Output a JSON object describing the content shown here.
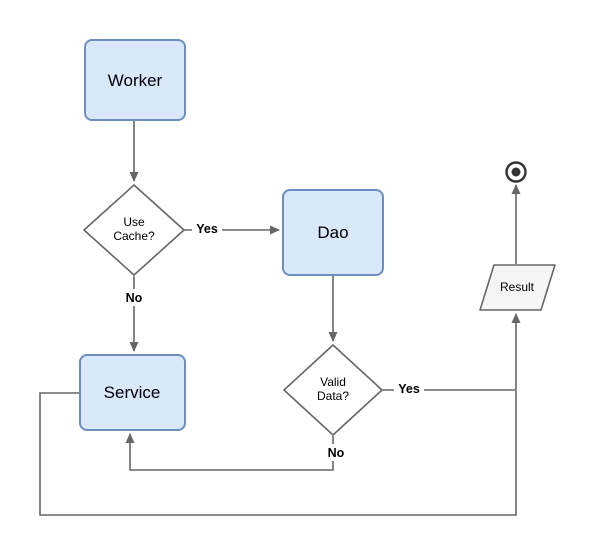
{
  "diagram": {
    "nodes": {
      "worker": {
        "label": "Worker",
        "shape": "rounded-rectangle"
      },
      "use_cache": {
        "label": "Use Cache?",
        "line1": "Use",
        "line2": "Cache?",
        "shape": "diamond"
      },
      "dao": {
        "label": "Dao",
        "shape": "rounded-rectangle"
      },
      "service": {
        "label": "Service",
        "shape": "rounded-rectangle"
      },
      "valid_data": {
        "label": "Valid Data?",
        "line1": "Valid",
        "line2": "Data?",
        "shape": "diamond"
      },
      "result": {
        "label": "Result",
        "shape": "parallelogram"
      },
      "end": {
        "label": "",
        "shape": "final-state"
      }
    },
    "edge_labels": {
      "use_cache_yes": "Yes",
      "use_cache_no": "No",
      "valid_data_yes": "Yes",
      "valid_data_no": "No"
    },
    "colors": {
      "background": "#ffffff",
      "process_fill": "#dae8fc",
      "process_stroke": "#6c8ebf",
      "decision_fill": "#ffffff",
      "decision_stroke": "#666666",
      "result_fill": "#f5f5f5",
      "result_stroke": "#666666",
      "edge_stroke": "#666666",
      "label_color": "#000000",
      "final_color": "#333333"
    }
  }
}
